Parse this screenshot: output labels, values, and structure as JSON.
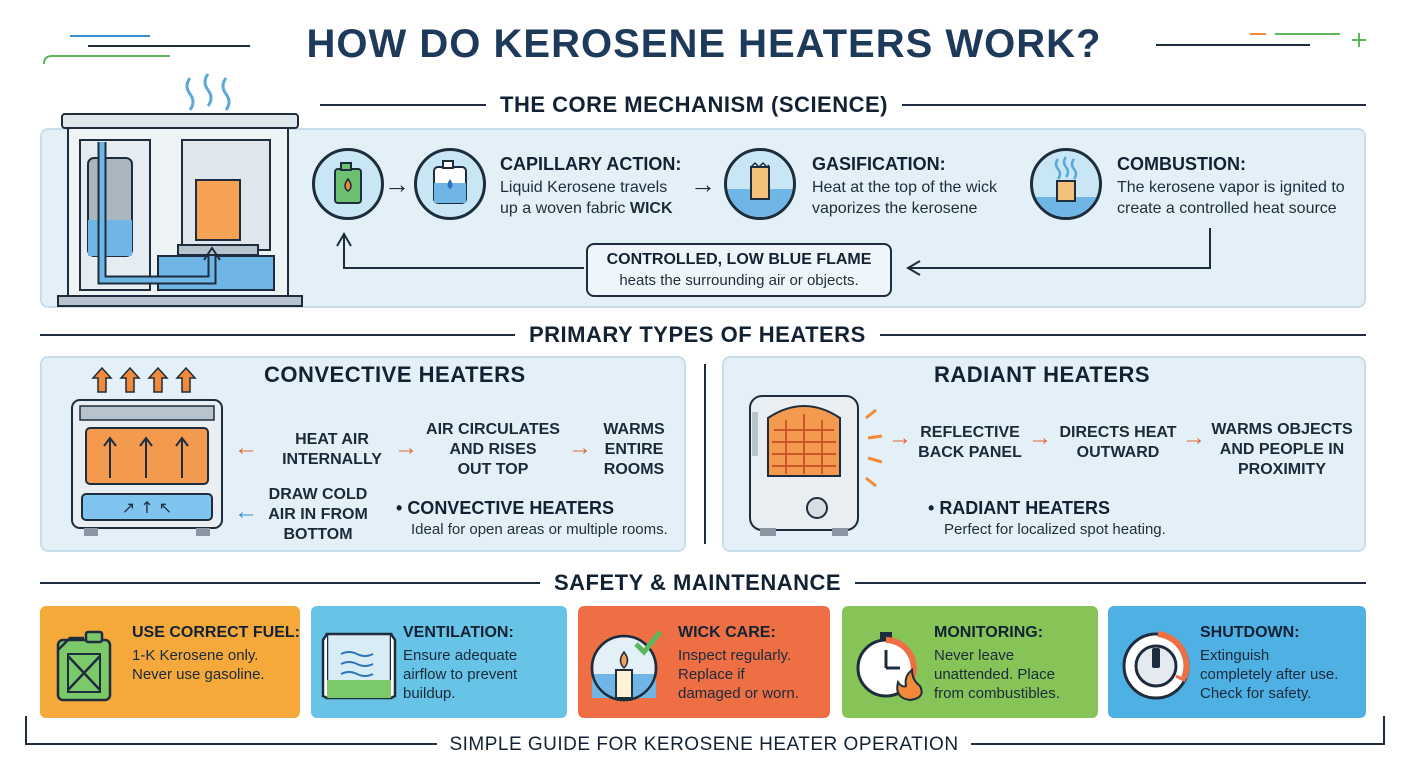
{
  "title": "HOW DO KEROSENE HEATERS WORK?",
  "core": {
    "heading": "THE CORE MECHANISM (SCIENCE)",
    "steps": [
      {
        "title": "CAPILLARY ACTION:",
        "line1": "Liquid Kerosene travels",
        "line2_a": "up a woven fabric ",
        "line2_b": "WICK"
      },
      {
        "title": "GASIFICATION:",
        "line1": "Heat at the top of the wick",
        "line2": "vaporizes the kerosene"
      },
      {
        "title": "COMBUSTION:",
        "line1": "The kerosene vapor is ignited to",
        "line2": "create a controlled heat source"
      }
    ],
    "flame": {
      "title": "CONTROLLED, LOW BLUE FLAME",
      "text": "heats the surrounding air or objects."
    }
  },
  "types": {
    "heading": "PRIMARY TYPES OF HEATERS",
    "convective": {
      "heading": "CONVECTIVE HEATERS",
      "flow": [
        {
          "l1": "HEAT AIR",
          "l2": "INTERNALLY"
        },
        {
          "l1": "AIR CIRCULATES",
          "l2": "AND RISES",
          "l3": "OUT TOP"
        },
        {
          "l1": "WARMS",
          "l2": "ENTIRE",
          "l3": "ROOMS"
        }
      ],
      "intake": {
        "l1": "DRAW COLD",
        "l2": "AIR IN FROM",
        "l3": "BOTTOM"
      },
      "bullet_title": "CONVECTIVE HEATERS",
      "bullet_text": "Ideal for open areas or multiple rooms."
    },
    "radiant": {
      "heading": "RADIANT HEATERS",
      "flow": [
        {
          "l1": "REFLECTIVE",
          "l2": "BACK PANEL"
        },
        {
          "l1": "DIRECTS HEAT",
          "l2": "OUTWARD"
        },
        {
          "l1": "WARMS OBJECTS",
          "l2": "AND PEOPLE IN",
          "l3": "PROXIMITY"
        }
      ],
      "bullet_title": "RADIANT HEATERS",
      "bullet_text": "Perfect for localized spot heating."
    }
  },
  "safety": {
    "heading": "SAFETY & MAINTENANCE",
    "cards": [
      {
        "title": "USE CORRECT FUEL:",
        "l1": "1-K Kerosene only.",
        "l2": "Never use gasoline.",
        "l3": "",
        "color": "#f4a93a"
      },
      {
        "title": "VENTILATION:",
        "l1": "Ensure adequate",
        "l2": "airflow to prevent",
        "l3": "buildup.",
        "color": "#68c4e6"
      },
      {
        "title": "WICK CARE:",
        "l1": "Inspect regularly.",
        "l2": "Replace if",
        "l3": "damaged or worn.",
        "color": "#ef6f45"
      },
      {
        "title": "MONITORING:",
        "l1": "Never leave",
        "l2": "unattended. Place",
        "l3": "from combustibles.",
        "color": "#86c458"
      },
      {
        "title": "SHUTDOWN:",
        "l1": "Extinguish",
        "l2": "completely after use.",
        "l3": "Check for safety.",
        "color": "#4fb0e3"
      }
    ]
  },
  "footer": "SIMPLE GUIDE FOR KEROSENE HEATER OPERATION"
}
